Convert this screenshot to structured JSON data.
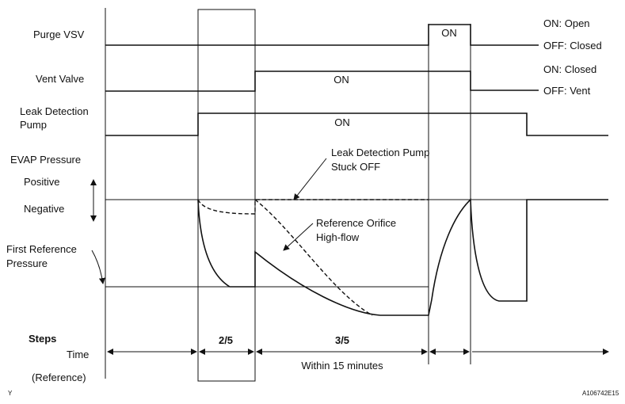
{
  "rows": {
    "purge_vsv": "Purge VSV",
    "vent_valve": "Vent Valve",
    "leak_pump_line1": "Leak Detection",
    "leak_pump_line2": "Pump",
    "evap_pressure": "EVAP Pressure",
    "positive": "Positive",
    "negative": "Negative",
    "first_ref_line1": "First Reference",
    "first_ref_line2": "Pressure",
    "steps": "Steps",
    "time": "Time",
    "reference": "(Reference)"
  },
  "states": {
    "purge_on": "ON: Open",
    "purge_off": "OFF: Closed",
    "vent_on": "ON: Closed",
    "vent_off": "OFF: Vent"
  },
  "pulses": {
    "purge": "ON",
    "vent": "ON",
    "pump": "ON"
  },
  "annotations": {
    "stuck_off_line1": "Leak Detection Pump",
    "stuck_off_line2": "Stuck OFF",
    "orifice_line1": "Reference Orifice",
    "orifice_line2": "High-flow"
  },
  "steps": {
    "step_a": "2/5",
    "step_b": "3/5",
    "duration": "Within 15 minutes"
  },
  "corner": {
    "left": "Y",
    "right": "A106742E15"
  }
}
